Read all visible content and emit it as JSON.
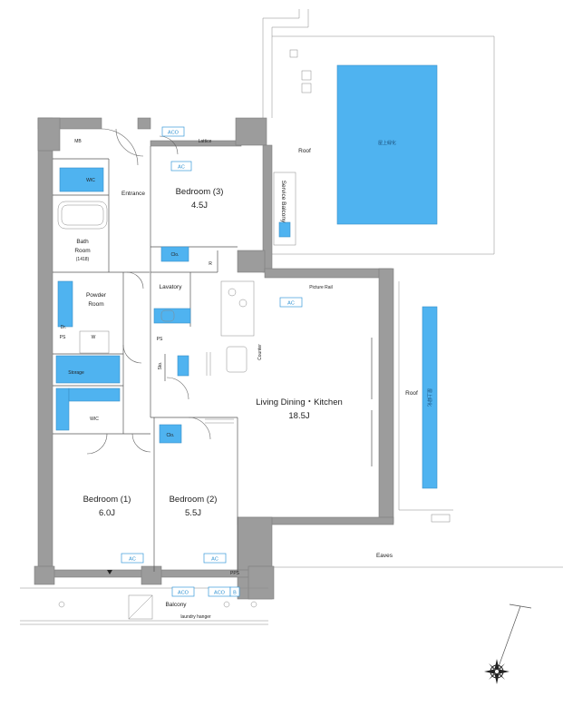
{
  "rooms": {
    "mb": "MB",
    "wic_top": "WIC",
    "entrance": "Entrance",
    "bath_room": "Bath",
    "bath_room2": "Room",
    "bath_size": "(1418)",
    "powder_room": "Powder",
    "powder_room2": "Room",
    "lavatory": "Lavatory",
    "storage": "Storage",
    "wic": "WIC",
    "bedroom3": "Bedroom (3)",
    "bedroom3_size": "4.5J",
    "bedroom1": "Bedroom (1)",
    "bedroom1_size": "6.0J",
    "bedroom2": "Bedroom (2)",
    "bedroom2_size": "5.5J",
    "ldk": "Living Dining・Kitchen",
    "ldk_size": "18.5J",
    "clo1": "Clo.",
    "clo2": "Clo.",
    "sto": "Sto.",
    "ps1": "PS",
    "ps2": "PS",
    "pps": "PPS",
    "w": "W",
    "dr": "Dr.",
    "r": "R",
    "counter": "Counter",
    "picture_rail": "Picture Rail",
    "lattice": "Lattice",
    "service_balcony": "Service Balcony",
    "balcony": "Balcony",
    "laundry_hanger": "laundry hanger",
    "roof_top": "Roof",
    "roof_right": "Roof",
    "eaves": "Eaves",
    "rooftop_green1": "屋上緑化",
    "rooftop_green2": "屋上緑化"
  },
  "tags": {
    "ac": "AC",
    "aco": "ACO",
    "b": "B"
  },
  "compass": {
    "north_mark": "N"
  },
  "colors": {
    "accent_blue": "#4fb3f0",
    "wall_gray": "#9c9c9c",
    "tag_blue": "#2a8fd0"
  }
}
